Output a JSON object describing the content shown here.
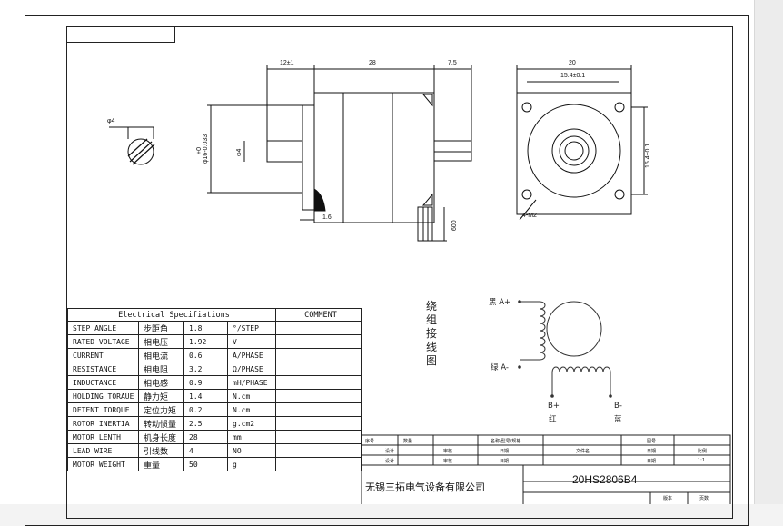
{
  "specs": {
    "title": "Electrical Specifiations",
    "comment": "COMMENT",
    "rows": [
      {
        "en": "STEP ANGLE",
        "cn": "步距角",
        "val": "1.8",
        "unit": "°/STEP"
      },
      {
        "en": "RATED VOLTAGE",
        "cn": "相电压",
        "val": "1.92",
        "unit": "V"
      },
      {
        "en": "CURRENT",
        "cn": "相电流",
        "val": "0.6",
        "unit": "A/PHASE"
      },
      {
        "en": "RESISTANCE",
        "cn": "相电阻",
        "val": "3.2",
        "unit": "Ω/PHASE"
      },
      {
        "en": "INDUCTANCE",
        "cn": "相电感",
        "val": "0.9",
        "unit": "mH/PHASE"
      },
      {
        "en": "HOLDING TORAUE",
        "cn": "静力矩",
        "val": "1.4",
        "unit": "N.cm"
      },
      {
        "en": "DETENT TORQUE",
        "cn": "定位力矩",
        "val": "0.2",
        "unit": "N.cm"
      },
      {
        "en": "ROTOR INERTIA",
        "cn": "转动惯量",
        "val": "2.5",
        "unit": "g.cm2"
      },
      {
        "en": "MOTOR LENTH",
        "cn": "机身长度",
        "val": "28",
        "unit": "mm"
      },
      {
        "en": "LEAD WIRE",
        "cn": "引线数",
        "val": "4",
        "unit": "NO"
      },
      {
        "en": "MOTOR WEIGHT",
        "cn": "重量",
        "val": "50",
        "unit": "g"
      }
    ]
  },
  "dims": {
    "d1": "12±1",
    "d2": "28",
    "d3": "7.5",
    "d4": "20",
    "d5": "15.4±0.1",
    "d6": "15.4±0.1",
    "d7": "φ4",
    "d8": "φ16-0.033",
    "d8b": "+0",
    "d9": "φ4",
    "d10": "1.6",
    "d11": "600",
    "d12": "4-M2"
  },
  "wiring": {
    "title": [
      "绕",
      "组",
      "接",
      "线",
      "图"
    ],
    "a_plus": "黑 A+",
    "a_minus": "绿 A-",
    "b_plus": "B+",
    "b_plus_color": "红",
    "b_minus": "B-",
    "b_minus_color": "蓝"
  },
  "titleblock": {
    "company": "无锡三拓电气设备有限公司",
    "model": "20HS2806B4",
    "scale": "1:1",
    "r1": [
      "序号",
      "数量",
      "名称/型号/规格",
      "图号"
    ],
    "r2": [
      "设计",
      "审核",
      "日期",
      "文件名",
      "日期",
      "比例"
    ],
    "r3": [
      "设计",
      "审核",
      "日期",
      "日期"
    ],
    "r4": [
      "版本",
      "页数"
    ]
  }
}
